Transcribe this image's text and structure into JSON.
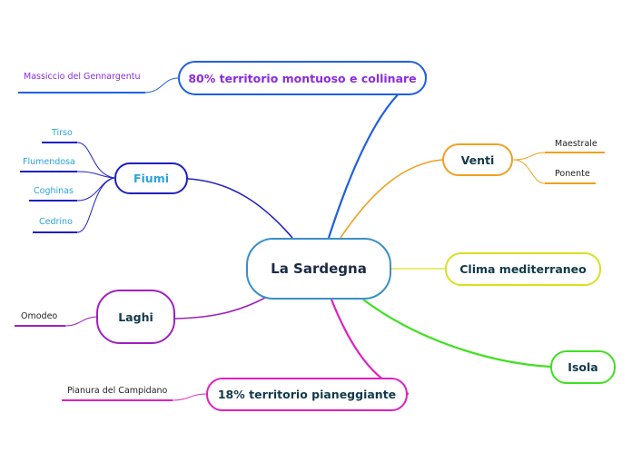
{
  "central": {
    "label": "La Sardegna",
    "color": "#3a8fc7",
    "text_color": "#1b2a44"
  },
  "branches": {
    "montuoso": {
      "label": "80% territorio montuoso e collinare",
      "color": "#1f5fe0",
      "text_color": "#8a2be2"
    },
    "fiumi": {
      "label": "Fiumi",
      "color": "#2020c0",
      "text_color": "#29a3e0"
    },
    "laghi": {
      "label": "Laghi",
      "color": "#a020c0",
      "text_color": "#123a4a"
    },
    "pianeggiante": {
      "label": "18% territorio pianeggiante",
      "color": "#e020c0",
      "text_color": "#123a4a"
    },
    "venti": {
      "label": "Venti",
      "color": "#f0a020",
      "text_color": "#123a4a"
    },
    "clima": {
      "label": "Clima mediterraneo",
      "color": "#d8e020",
      "text_color": "#123a4a"
    },
    "isola": {
      "label": "Isola",
      "color": "#40e020",
      "text_color": "#123a4a"
    }
  },
  "leaves": {
    "gennargentu": {
      "label": "Massiccio del Gennargentu",
      "color": "#8a2be2"
    },
    "tirso": {
      "label": "Tirso",
      "color": "#29a3e0"
    },
    "flumendosa": {
      "label": "Flumendosa",
      "color": "#29a3e0"
    },
    "coghinas": {
      "label": "Coghinas",
      "color": "#29a3e0"
    },
    "cedrino": {
      "label": "Cedrino",
      "color": "#29a3e0"
    },
    "omodeo": {
      "label": "Omodeo",
      "color": "#222222"
    },
    "campidano": {
      "label": "Pianura del Campidano",
      "color": "#222222"
    },
    "maestrale": {
      "label": "Maestrale",
      "color": "#222222"
    },
    "ponente": {
      "label": "Ponente",
      "color": "#222222"
    }
  }
}
